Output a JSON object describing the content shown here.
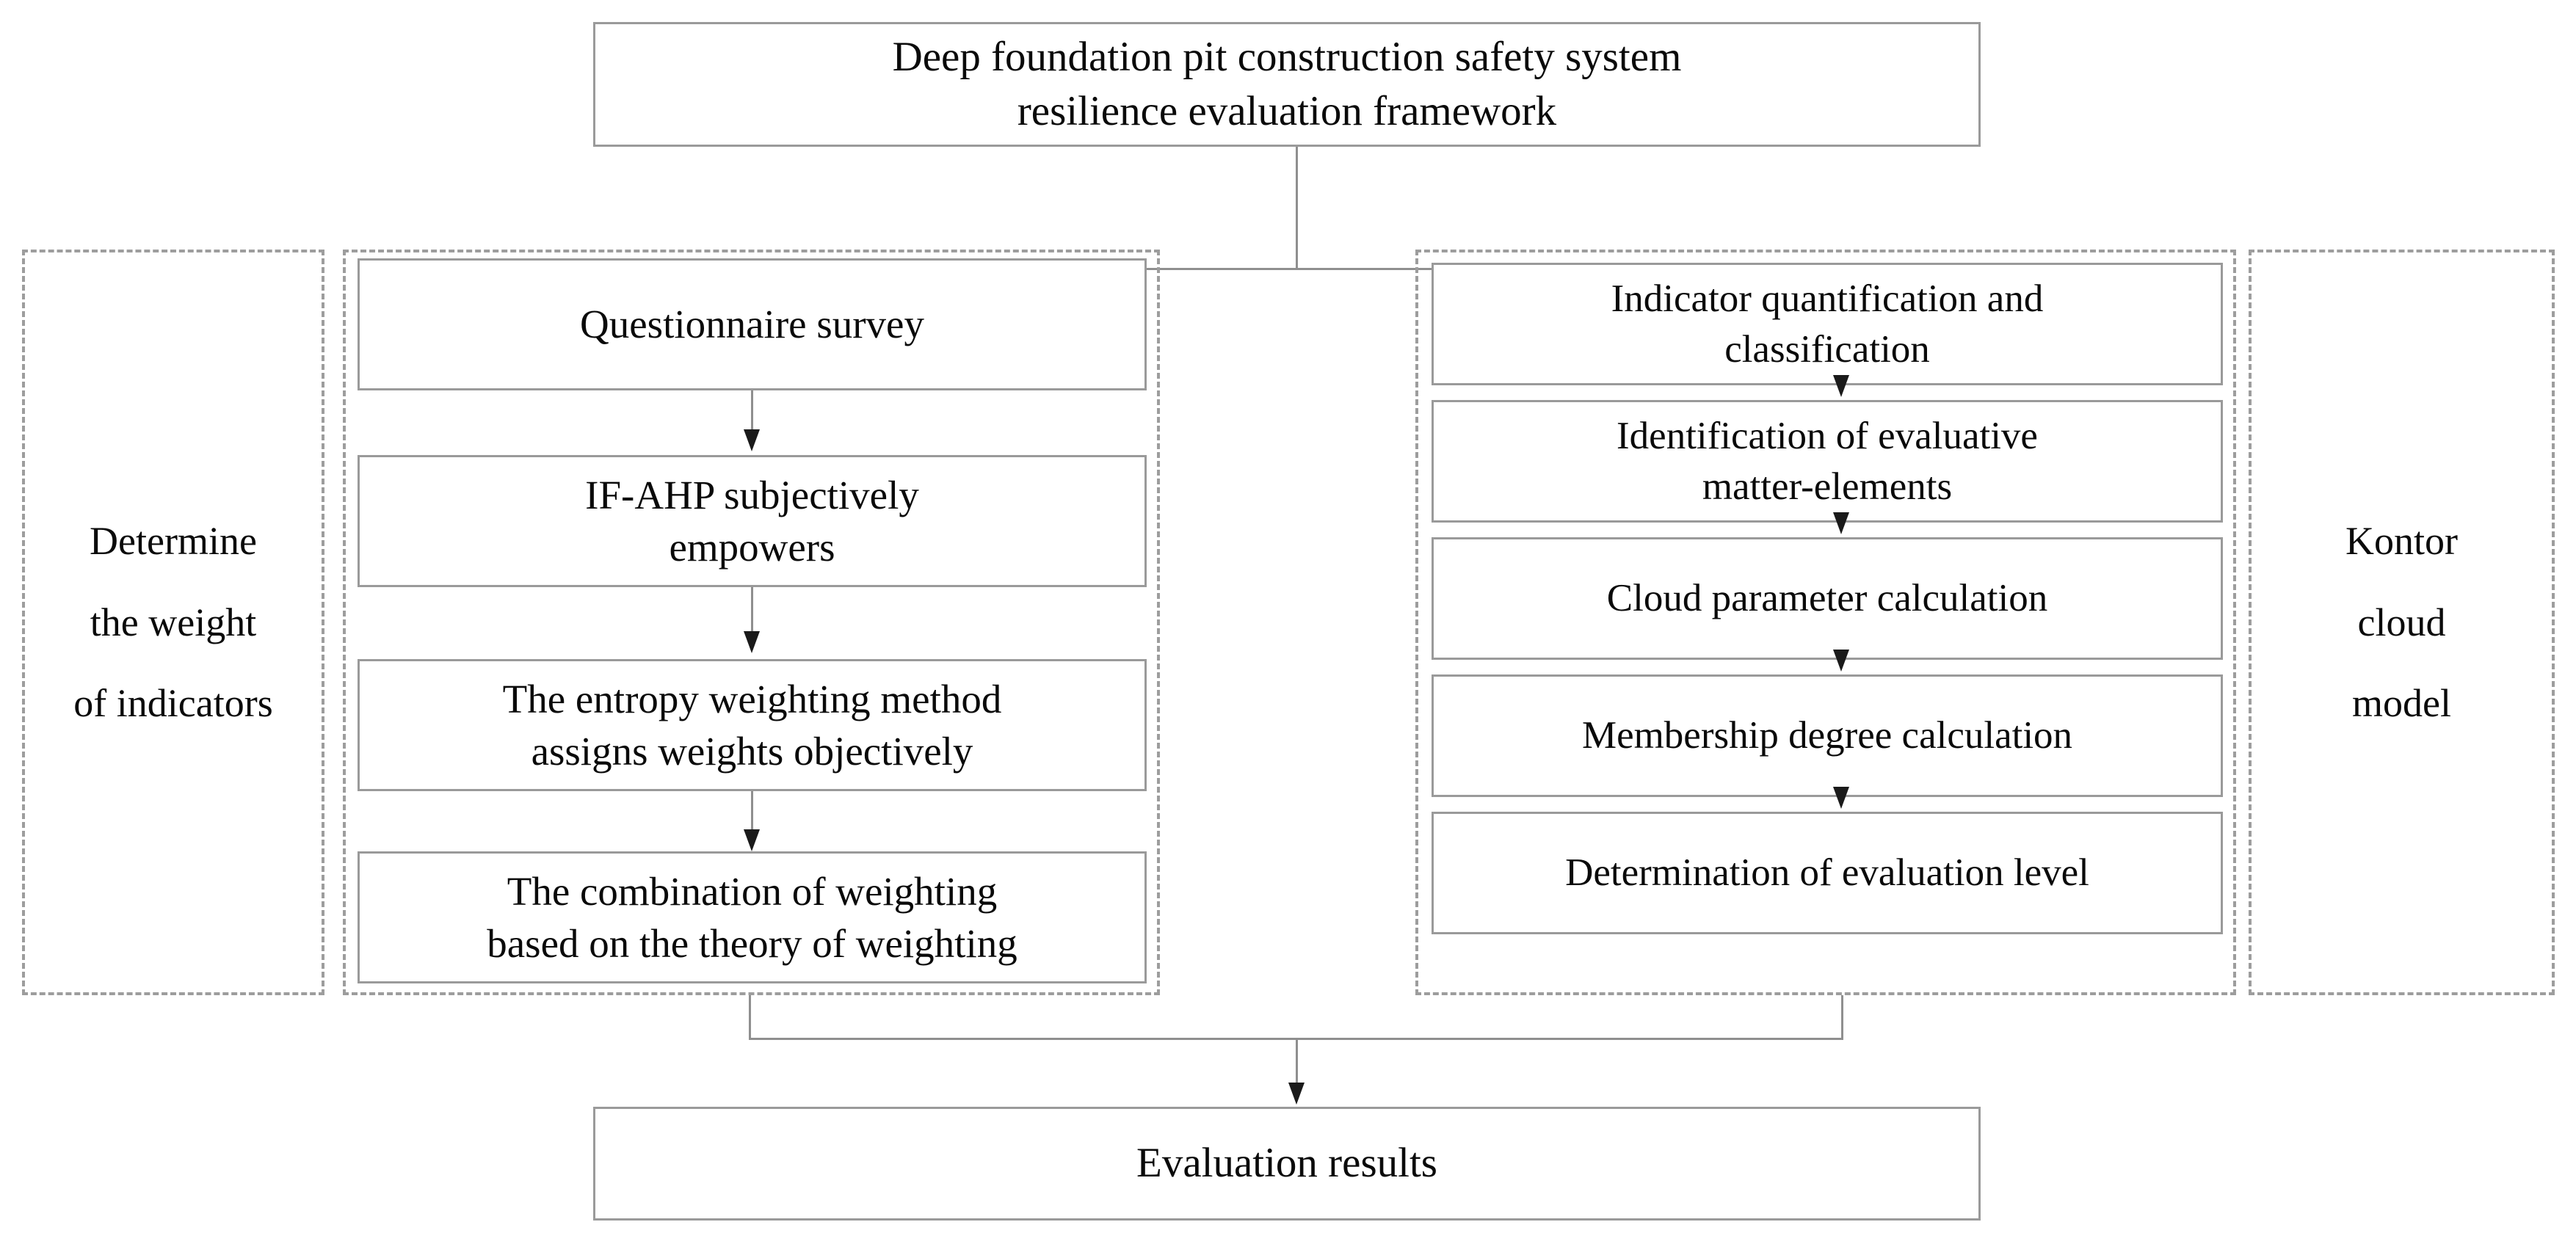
{
  "figure": {
    "type": "flowchart",
    "orientation": "top-down",
    "title_node": {
      "label": "Deep foundation pit construction safety system\nresilience evaluation framework"
    },
    "result_node": {
      "label": "Evaluation results"
    },
    "groups": [
      {
        "id": "weight-label-group",
        "label": "Determine\nthe weight\nof indicators"
      },
      {
        "id": "weight-process-group",
        "label": ""
      },
      {
        "id": "cloud-process-group",
        "label": ""
      },
      {
        "id": "cloud-label-group",
        "label": "Kontor\ncloud\nmodel"
      }
    ],
    "left_branch": {
      "group_label": "Determine\nthe weight\nof indicators",
      "steps": [
        {
          "label": "Questionnaire survey"
        },
        {
          "label": "IF-AHP subjectively\nempowers"
        },
        {
          "label": "The entropy weighting method\nassigns weights objectively"
        },
        {
          "label": "The combination of weighting\nbased on the theory of weighting"
        }
      ]
    },
    "right_branch": {
      "group_label": "Kontor\ncloud\nmodel",
      "steps": [
        {
          "label": "Indicator quantification and\nclassification"
        },
        {
          "label": "Identification of evaluative\nmatter-elements"
        },
        {
          "label": "Cloud parameter calculation"
        },
        {
          "label": "Membership degree calculation"
        },
        {
          "label": "Determination of evaluation level"
        }
      ]
    },
    "colors": {
      "background": "#ffffff",
      "box_border": "#9a9a9a",
      "dashed_border": "#9d9d9d",
      "connector": "#8f8f8f",
      "arrowhead": "#1a1a1a",
      "text": "#0a0a0a"
    }
  }
}
